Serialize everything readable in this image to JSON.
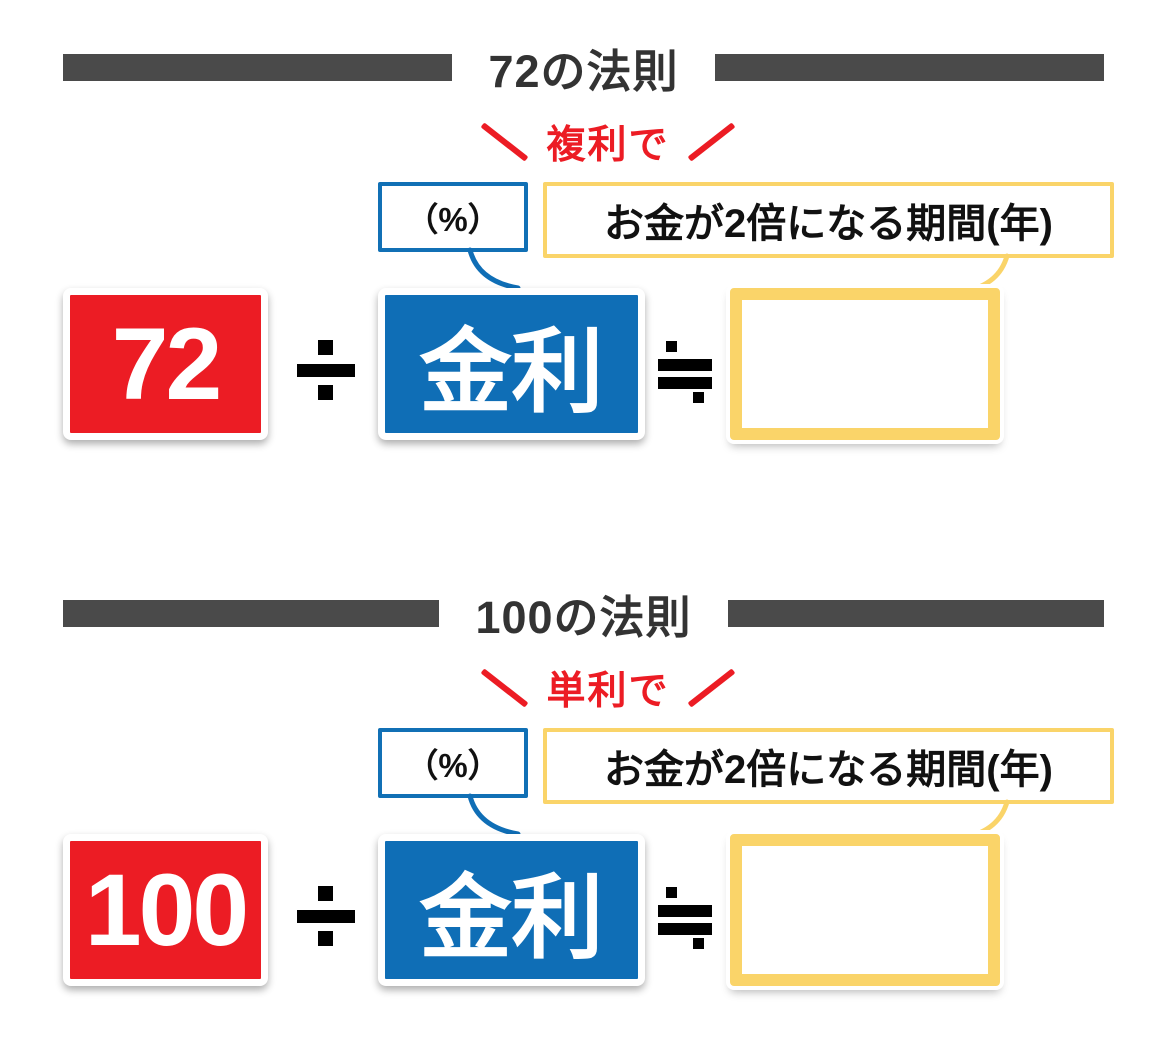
{
  "colors": {
    "red": "#ec1c24",
    "blue": "#0f6eb6",
    "blue_border": "#1170b5",
    "yellow": "#fad469",
    "header_bar_gray": "#4a4a4a",
    "title_text": "#333333",
    "label_text": "#111111"
  },
  "sections": [
    {
      "title": "72の法則",
      "annotation": {
        "text": "複利で",
        "decor_left_icon": "backslash-stroke",
        "decor_right_icon": "forward-slash-stroke"
      },
      "unit_label": "（%）",
      "result_label": "お金が2倍になる期間(年)",
      "formula": {
        "dividend": "72",
        "operator_icon": "division-sign",
        "divisor": "金利",
        "relation_icon": "approximately-equal-sign",
        "result_value": ""
      }
    },
    {
      "title": "100の法則",
      "annotation": {
        "text": "単利で",
        "decor_left_icon": "backslash-stroke",
        "decor_right_icon": "forward-slash-stroke"
      },
      "unit_label": "（%）",
      "result_label": "お金が2倍になる期間(年)",
      "formula": {
        "dividend": "100",
        "operator_icon": "division-sign",
        "divisor": "金利",
        "relation_icon": "approximately-equal-sign",
        "result_value": ""
      }
    }
  ]
}
